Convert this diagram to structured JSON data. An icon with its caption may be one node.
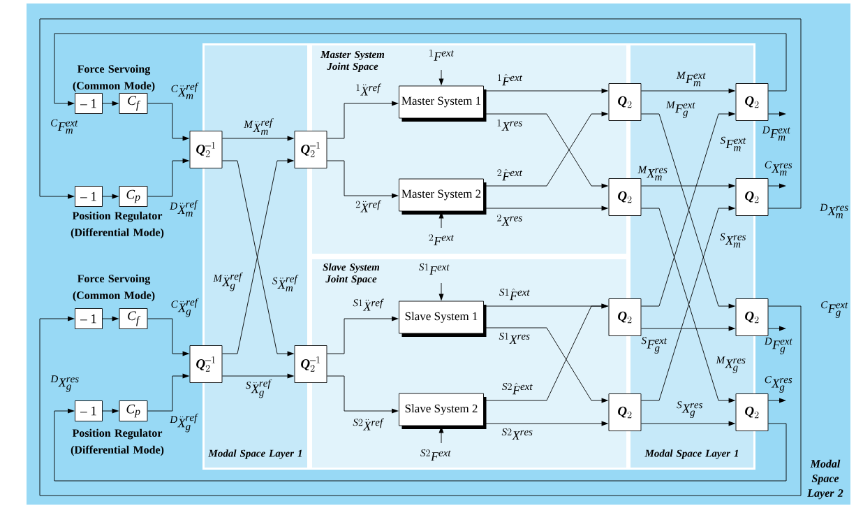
{
  "diagram": {
    "nodes": [
      {
        "text": [
          "Modal Space Layer 2"
        ]
      },
      {
        "text": [
          "– 1"
        ],
        "in": 0
      },
      {
        "text": [
          "C_f"
        ],
        "in": 0
      },
      {
        "text": [
          "– 1"
        ],
        "in": 0
      },
      {
        "text": [
          "C_p"
        ],
        "in": 0
      },
      {
        "text": [
          "\\boldsymbol{Q}_2^{-1}"
        ],
        "in": 0
      },
      {
        "text": [
          "\\boldsymbol{Q}_2^{-1}"
        ],
        "in": 0
      },
      {
        "text": [
          "Master System 1"
        ],
        "in": 0
      },
      {
        "text": [
          "Master System 2"
        ],
        "in": 0
      },
      {
        "text": [
          "\\boldsymbol{Q}_2"
        ],
        "in": 0
      },
      {
        "text": [
          "\\boldsymbol{Q}_2"
        ],
        "in": 0
      },
      {
        "text": [
          "\\boldsymbol{Q}_2"
        ],
        "in": 0
      },
      {
        "text": [
          "\\boldsymbol{Q}_2"
        ],
        "in": 0
      },
      {
        "text": [
          "– 1"
        ],
        "in": 0
      },
      {
        "text": [
          "C_f"
        ],
        "in": 0
      },
      {
        "text": [
          "– 1"
        ],
        "in": 0
      },
      {
        "text": [
          "C_p"
        ],
        "in": 0
      },
      {
        "text": [
          "\\boldsymbol{Q}_2^{-1}"
        ],
        "in": 0
      },
      {
        "text": [
          "\\boldsymbol{Q}_2^{-1}"
        ],
        "in": 0
      },
      {
        "text": [
          "Slave System 1"
        ],
        "in": 0
      },
      {
        "text": [
          "Slave System 2"
        ],
        "in": 0
      },
      {
        "text": [
          "\\boldsymbol{Q}_2"
        ],
        "in": 0
      },
      {
        "text": [
          "\\boldsymbol{Q}_2"
        ],
        "in": 0
      },
      {
        "text": [
          "\\boldsymbol{Q}_2"
        ],
        "in": 0
      },
      {
        "text": [
          "\\boldsymbol{Q}_2"
        ],
        "in": 0
      }
    ],
    "edges": [
      {
        "from": 1,
        "to": 2,
        "arrow": "to"
      },
      {
        "from": 2,
        "to": 5,
        "arrow": "to",
        "label": "{}^{C}\\ddot{X}_{m}^{ref}"
      },
      {
        "from": 3,
        "to": 4,
        "arrow": "to"
      },
      {
        "from": 4,
        "to": 5,
        "arrow": "to",
        "label": "{}^{D}\\ddot{X}_{m}^{ref}"
      },
      {
        "from": 5,
        "to": 6,
        "arrow": "to",
        "label": "{}^{M}\\ddot{X}_{m}^{ref}"
      },
      {
        "from": 5,
        "to": 18,
        "arrow": "to",
        "label": "{}^{S}\\ddot{X}_{m}^{ref}"
      },
      {
        "from": 17,
        "to": 6,
        "arrow": "to",
        "label": "{}^{M}\\ddot{X}_{g}^{ref}"
      },
      {
        "from": 6,
        "to": 7,
        "arrow": "to",
        "label": "{}^{1}\\ddot{X}^{ref}"
      },
      {
        "from": 6,
        "to": 8,
        "arrow": "to",
        "label": "{}^{2}\\ddot{X}^{ref}"
      },
      {
        "from": null,
        "to": 7,
        "arrow": "to",
        "label": "{}^{1}F^{ext}"
      },
      {
        "from": null,
        "to": 8,
        "arrow": "to",
        "label": "{}^{2}F^{ext}"
      },
      {
        "from": 7,
        "to": 9,
        "arrow": "to",
        "label": "{}^{1}\\hat{F}^{ext}"
      },
      {
        "from": 7,
        "to": 10,
        "arrow": "to",
        "label": "{}^{1}X^{res}"
      },
      {
        "from": 8,
        "to": 9,
        "arrow": "to",
        "label": "{}^{2}\\hat{F}^{ext}"
      },
      {
        "from": 8,
        "to": 10,
        "arrow": "to",
        "label": "{}^{2}X^{res}"
      },
      {
        "from": 9,
        "to": 11,
        "arrow": "to",
        "label": "{}^{M}F_{m}^{ext}"
      },
      {
        "from": 9,
        "to": 23,
        "arrow": "to",
        "label": "{}^{M}F_{g}^{ext}"
      },
      {
        "from": 10,
        "to": 12,
        "arrow": "to",
        "label": "{}^{M}X_{m}^{res}"
      },
      {
        "from": 10,
        "to": 24,
        "arrow": "to",
        "label": "{}^{M}X_{g}^{res}"
      },
      {
        "from": 11,
        "to": 1,
        "arrow": "to",
        "label": "{}^{C}F_{m}^{ext}"
      },
      {
        "from": 11,
        "to": null,
        "arrow": "to",
        "label": "{}^{D}F_{m}^{ext}"
      },
      {
        "from": 12,
        "to": null,
        "arrow": "to",
        "label": "{}^{C}X_{m}^{res}"
      },
      {
        "from": 12,
        "to": 3,
        "arrow": "to",
        "label": "{}^{D}X_{m}^{res}"
      },
      {
        "from": 13,
        "to": 14,
        "arrow": "to"
      },
      {
        "from": 14,
        "to": 17,
        "arrow": "to",
        "label": "{}^{C}\\ddot{X}_{g}^{ref}"
      },
      {
        "from": 15,
        "to": 16,
        "arrow": "to"
      },
      {
        "from": 16,
        "to": 17,
        "arrow": "to",
        "label": "{}^{D}\\ddot{X}_{g}^{ref}"
      },
      {
        "from": 17,
        "to": 18,
        "arrow": "to",
        "label": "{}^{S}\\ddot{X}_{g}^{ref}"
      },
      {
        "from": 18,
        "to": 19,
        "arrow": "to",
        "label": "{}^{S1}\\ddot{X}^{ref}"
      },
      {
        "from": 18,
        "to": 20,
        "arrow": "to",
        "label": "{}^{S2}\\ddot{X}^{ref}"
      },
      {
        "from": null,
        "to": 19,
        "arrow": "to",
        "label": "{}^{S1}F^{ext}"
      },
      {
        "from": null,
        "to": 20,
        "arrow": "to",
        "label": "{}^{S2}F^{ext}"
      },
      {
        "from": 19,
        "to": 21,
        "arrow": "to",
        "label": "{}^{S1}\\hat{F}^{ext}"
      },
      {
        "from": 19,
        "to": 22,
        "arrow": "to",
        "label": "{}^{S1}X^{res}"
      },
      {
        "from": 20,
        "to": 21,
        "arrow": "to",
        "label": "{}^{S2}\\hat{F}^{ext}"
      },
      {
        "from": 20,
        "to": 22,
        "arrow": "to",
        "label": "{}^{S2}X^{res}"
      },
      {
        "from": 21,
        "to": 11,
        "arrow": "to",
        "label": "{}^{S}F_{m}^{ext}"
      },
      {
        "from": 21,
        "to": 23,
        "arrow": "to",
        "label": "{}^{S}F_{g}^{ext}"
      },
      {
        "from": 22,
        "to": 12,
        "arrow": "to",
        "label": "{}^{S}X_{m}^{res}"
      },
      {
        "from": 22,
        "to": 24,
        "arrow": "to",
        "label": "{}^{S}X_{g}^{res}"
      },
      {
        "from": 23,
        "to": 13,
        "arrow": "to",
        "label": "{}^{C}F_{g}^{ext}"
      },
      {
        "from": 23,
        "to": null,
        "arrow": "to",
        "label": "{}^{D}F_{g}^{ext}"
      },
      {
        "from": 24,
        "to": null,
        "arrow": "to",
        "label": "{}^{C}X_{g}^{res}"
      },
      {
        "from": 24,
        "to": 15,
        "arrow": "to",
        "label": "{}^{D}X_{g}^{res}"
      }
    ],
    "labels": [
      "Master System Joint Space",
      "Force Servoing (Common Mode)",
      "Position Regulator (Differential Mode)",
      "Slave System Joint Space",
      "Force Servoing (Common Mode)",
      "Position Regulator (Differential Mode)",
      "Modal Space Layer 1",
      "Modal Space Layer 1"
    ]
  }
}
